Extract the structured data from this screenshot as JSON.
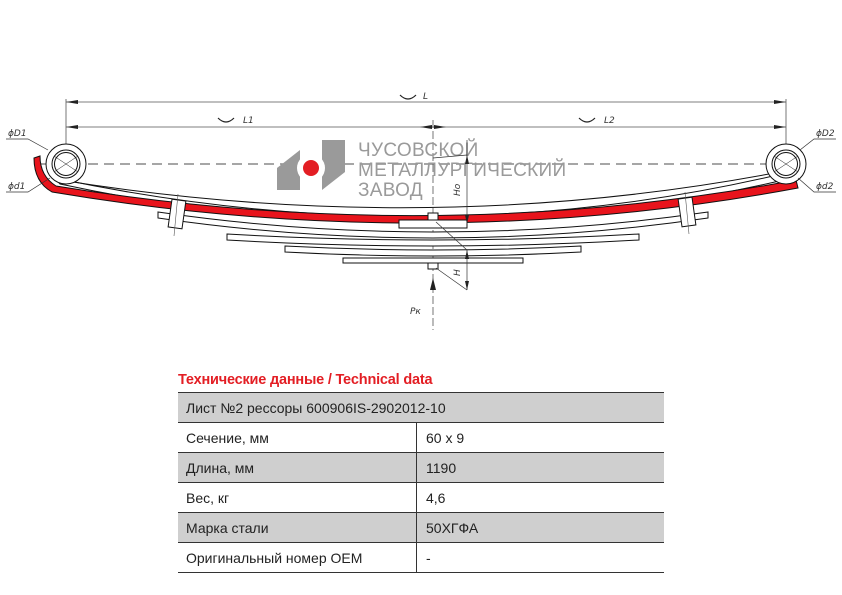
{
  "drawing": {
    "dimensions": {
      "L": "L",
      "L1": "L1",
      "L2": "L2",
      "D1": "ϕD1",
      "d1": "ϕd1",
      "D2": "ϕD2",
      "d2": "ϕd2",
      "Ho": "Ho",
      "H": "H",
      "Pk": "Pк"
    },
    "logo": {
      "line1": "ЧУСОВСКОЙ",
      "line2": "МЕТАЛЛУРГИЧЕСКИЙ",
      "line3": "ЗАВОД",
      "accent_color": "#e31e24",
      "gray_color": "#9a9a9a"
    },
    "highlight_color": "#e8141c"
  },
  "spec": {
    "title": "Технические данные / Technical data",
    "header": "Лист №2 рессоры 600906IS-2902012-10",
    "rows": [
      {
        "label": "Сечение, мм",
        "value": "60 х 9"
      },
      {
        "label": "Длина, мм",
        "value": "1190"
      },
      {
        "label": "Вес, кг",
        "value": "4,6"
      },
      {
        "label": "Марка стали",
        "value": "50ХГФА"
      },
      {
        "label": "Оригинальный номер OEM",
        "value": "-"
      }
    ],
    "header_bg": "#cfcfcf"
  }
}
